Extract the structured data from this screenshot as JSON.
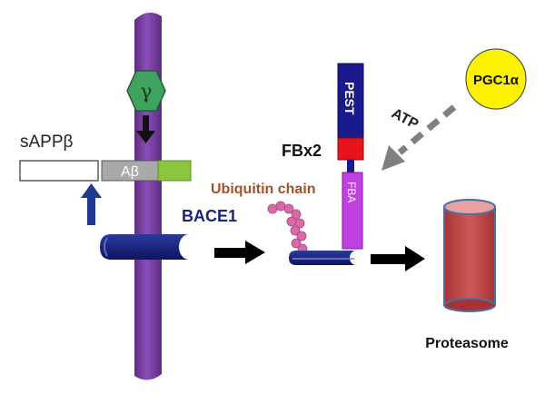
{
  "labels": {
    "gamma": "γ",
    "sappb": "sAPPβ",
    "abeta": "Aβ",
    "bace1": "BACE1",
    "ubiquitin": "Ubiquitin chain",
    "pest": "PEST",
    "fbx2": "FBx2",
    "fba": "FBA",
    "atp": "ATP",
    "pgc1a": "PGC1α",
    "proteasome": "Proteasome"
  },
  "colors": {
    "membrane": "#7B3FA0",
    "gamma_hexagon": "#3FA35F",
    "abeta_box": "#A9A9A9",
    "green_segment": "#8CC63F",
    "bace_blue": "#1A237E",
    "pest_blue": "#1A1A8C",
    "fbx2_red": "#E8141B",
    "fba_purple": "#C040E0",
    "ubiquitin_pink": "#D86AA8",
    "ubiquitin_text": "#A0522D",
    "pgc1a_yellow": "#FFF200",
    "proteasome_red": "#C04040",
    "proteasome_outline": "#4A6FA5",
    "arrow_black": "#000000",
    "arrow_blue": "#1F3A93",
    "arrow_gray": "#808080"
  }
}
